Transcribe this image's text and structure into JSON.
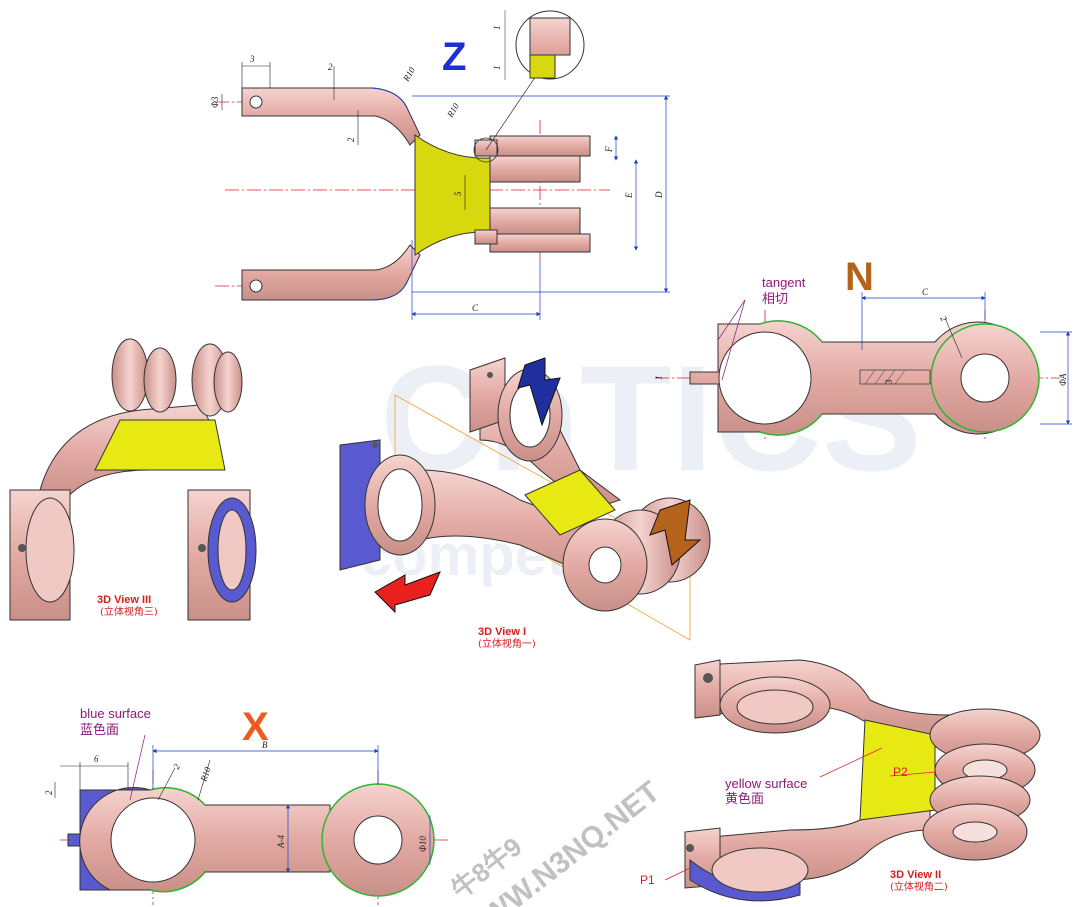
{
  "views": {
    "z": {
      "letter": "Z",
      "color": "#1f2fd6"
    },
    "n": {
      "letter": "N",
      "color": "#b5621a",
      "note_en": "tangent",
      "note_cn": "相切"
    },
    "x": {
      "letter": "X",
      "color": "#f05a1e",
      "note_en": "blue surface",
      "note_cn": "蓝色面"
    }
  },
  "views3d": {
    "v1": {
      "title": "3D View I",
      "subtitle": "(立体视角一)"
    },
    "v2": {
      "title": "3D View II",
      "subtitle": "(立体视角二)",
      "note_en": "yellow surface",
      "note_cn": "黄色面"
    },
    "v3": {
      "title": "3D View III",
      "subtitle": "(立体视角三)"
    }
  },
  "points": {
    "p1": "P1",
    "p2": "P2"
  },
  "dimensions": {
    "z": [
      "3",
      "2",
      "R10",
      "R10",
      "Φ3",
      "2",
      "1",
      "1",
      "F",
      "5",
      "E",
      "D",
      "C"
    ],
    "n": [
      "C",
      "2",
      "1",
      "3",
      "ΦA"
    ],
    "x": [
      "6",
      "2",
      "B",
      "2",
      "R10",
      "A-4",
      "Φ10"
    ]
  },
  "watermark": {
    "brand": "CnTICS",
    "tagline": "competition",
    "site": "WWW.N3NQ.NET",
    "cn": "牛8牛9"
  },
  "colors": {
    "pink": "#e8b5b0",
    "pinkDark": "#b97f78",
    "yellow": "#d8d80e",
    "blue": "#5a5ad0",
    "green": "#2fb52f",
    "center": "#e02020",
    "dim": "#1a3fc9"
  }
}
